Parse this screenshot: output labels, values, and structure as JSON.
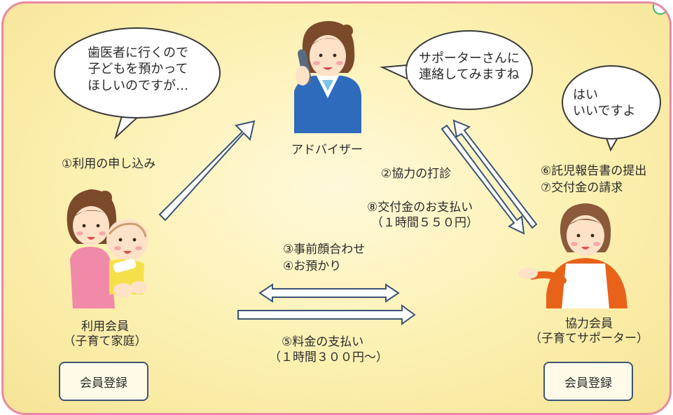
{
  "advisor": {
    "label": "アドバイザー"
  },
  "bubbles": {
    "user_line1": "歯医者に行くので",
    "user_line2": "子どもを預かって",
    "user_line3": "ほしいのですが…",
    "advisor_line1": "サポーターさんに",
    "advisor_line2": "連絡してみますね",
    "supporter_line1": "はい",
    "supporter_line2": "いいですよ"
  },
  "steps": {
    "s1": "①利用の申し込み",
    "s2": "②協力の打診",
    "s3": "③事前顔合わせ",
    "s4": "④お預かり",
    "s5": "⑤料金の支払い",
    "s5_sub": "（１時間３００円～）",
    "s6": "⑥託児報告書の提出",
    "s7": "⑦交付金の請求",
    "s8": "⑧交付金のお支払い",
    "s8_sub": "（１時間５５０円）"
  },
  "user_member": {
    "label_line1": "利用会員",
    "label_line2": "（子育て家庭）",
    "register_button": "会員登録"
  },
  "supporter_member": {
    "label_line1": "協力会員",
    "label_line2": "（子育てサポーター）",
    "register_button": "会員登録"
  }
}
